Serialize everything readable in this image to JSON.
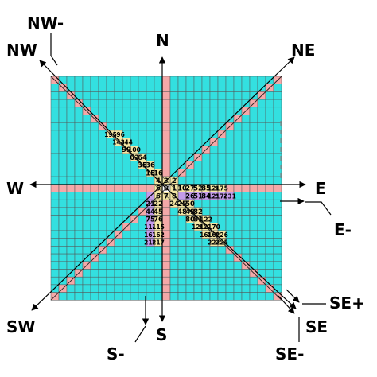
{
  "colors": {
    "cyan": "#33e0e0",
    "pink": "#f4a8a8",
    "yellow": "#f4e6a4",
    "purple": "#c39bea",
    "white": "#ffffff",
    "grid_line": "#555555",
    "arrow": "#000000"
  },
  "labels": {
    "N": "N",
    "S": "S",
    "E": "E",
    "W": "W",
    "NE": "NE",
    "NW": "NW",
    "SE": "SE",
    "SW": "SW",
    "NW_minus": "NW-",
    "E_minus": "E-",
    "S_minus": "S-",
    "SE_minus": "SE-",
    "SE_plus": "SE+"
  },
  "cells": [
    {
      "c": 14,
      "r": 14,
      "v": "0",
      "color": "white"
    },
    {
      "c": 15,
      "r": 14,
      "v": "1",
      "color": "yellow"
    },
    {
      "c": 15,
      "r": 13,
      "v": "2",
      "color": "yellow"
    },
    {
      "c": 14,
      "r": 13,
      "v": "3",
      "color": "yellow"
    },
    {
      "c": 13,
      "r": 13,
      "v": "4",
      "color": "yellow"
    },
    {
      "c": 13,
      "r": 14,
      "v": "5",
      "color": "yellow"
    },
    {
      "c": 13,
      "r": 15,
      "v": "6",
      "color": "yellow"
    },
    {
      "c": 14,
      "r": 15,
      "v": "7",
      "color": "yellow"
    },
    {
      "c": 15,
      "r": 15,
      "v": "8",
      "color": "yellow"
    },
    {
      "c": 16,
      "r": 14,
      "v": "10",
      "color": "yellow"
    },
    {
      "c": 17,
      "r": 14,
      "v": "27",
      "color": "yellow"
    },
    {
      "c": 18,
      "r": 14,
      "v": "52",
      "color": "yellow"
    },
    {
      "c": 19,
      "r": 14,
      "v": "85",
      "color": "yellow"
    },
    {
      "c": 20,
      "r": 14,
      "v": "126",
      "color": "yellow"
    },
    {
      "c": 21,
      "r": 14,
      "v": "175",
      "color": "yellow"
    },
    {
      "c": 16,
      "r": 15,
      "v": "",
      "color": "purple"
    },
    {
      "c": 17,
      "r": 15,
      "v": "26",
      "color": "purple"
    },
    {
      "c": 18,
      "r": 15,
      "v": "51",
      "color": "purple"
    },
    {
      "c": 19,
      "r": 15,
      "v": "84",
      "color": "purple"
    },
    {
      "c": 20,
      "r": 15,
      "v": "125",
      "color": "purple"
    },
    {
      "c": 21,
      "r": 15,
      "v": "174",
      "color": "purple"
    },
    {
      "c": 22,
      "r": 15,
      "v": "231",
      "color": "purple"
    },
    {
      "c": 13,
      "r": 12,
      "v": "16",
      "color": "yellow"
    },
    {
      "c": 12,
      "r": 12,
      "v": "15",
      "color": "yellow"
    },
    {
      "c": 12,
      "r": 11,
      "v": "36",
      "color": "yellow"
    },
    {
      "c": 11,
      "r": 11,
      "v": "35",
      "color": "yellow"
    },
    {
      "c": 11,
      "r": 10,
      "v": "64",
      "color": "yellow"
    },
    {
      "c": 10,
      "r": 10,
      "v": "63",
      "color": "yellow"
    },
    {
      "c": 10,
      "r": 9,
      "v": "100",
      "color": "yellow"
    },
    {
      "c": 9,
      "r": 9,
      "v": "99",
      "color": "yellow"
    },
    {
      "c": 9,
      "r": 8,
      "v": "144",
      "color": "yellow"
    },
    {
      "c": 8,
      "r": 8,
      "v": "143",
      "color": "yellow"
    },
    {
      "c": 8,
      "r": 7,
      "v": "196",
      "color": "yellow"
    },
    {
      "c": 7,
      "r": 7,
      "v": "195",
      "color": "yellow"
    },
    {
      "c": 15,
      "r": 16,
      "v": "24",
      "color": "yellow"
    },
    {
      "c": 16,
      "r": 16,
      "v": "25",
      "color": "yellow"
    },
    {
      "c": 17,
      "r": 16,
      "v": "50",
      "color": "yellow"
    },
    {
      "c": 16,
      "r": 17,
      "v": "48",
      "color": "yellow"
    },
    {
      "c": 17,
      "r": 17,
      "v": "49",
      "color": "yellow"
    },
    {
      "c": 18,
      "r": 17,
      "v": "82",
      "color": "yellow"
    },
    {
      "c": 17,
      "r": 18,
      "v": "80",
      "color": "yellow"
    },
    {
      "c": 18,
      "r": 18,
      "v": "81",
      "color": "yellow"
    },
    {
      "c": 19,
      "r": 18,
      "v": "122",
      "color": "yellow"
    },
    {
      "c": 18,
      "r": 19,
      "v": "120",
      "color": "yellow"
    },
    {
      "c": 19,
      "r": 19,
      "v": "121",
      "color": "yellow"
    },
    {
      "c": 20,
      "r": 19,
      "v": "170",
      "color": "yellow"
    },
    {
      "c": 19,
      "r": 20,
      "v": "168",
      "color": "yellow"
    },
    {
      "c": 20,
      "r": 20,
      "v": "169",
      "color": "yellow"
    },
    {
      "c": 21,
      "r": 20,
      "v": "226",
      "color": "yellow"
    },
    {
      "c": 20,
      "r": 21,
      "v": "224",
      "color": "yellow"
    },
    {
      "c": 21,
      "r": 21,
      "v": "225",
      "color": "yellow"
    },
    {
      "c": 12,
      "r": 15,
      "v": "",
      "color": "purple"
    },
    {
      "c": 12,
      "r": 16,
      "v": "21",
      "color": "purple"
    },
    {
      "c": 13,
      "r": 16,
      "v": "22",
      "color": "yellow"
    },
    {
      "c": 12,
      "r": 17,
      "v": "44",
      "color": "purple"
    },
    {
      "c": 13,
      "r": 17,
      "v": "45",
      "color": "yellow"
    },
    {
      "c": 12,
      "r": 18,
      "v": "75",
      "color": "purple"
    },
    {
      "c": 13,
      "r": 18,
      "v": "76",
      "color": "yellow"
    },
    {
      "c": 12,
      "r": 19,
      "v": "114",
      "color": "purple"
    },
    {
      "c": 13,
      "r": 19,
      "v": "115",
      "color": "yellow"
    },
    {
      "c": 12,
      "r": 20,
      "v": "161",
      "color": "purple"
    },
    {
      "c": 13,
      "r": 20,
      "v": "162",
      "color": "yellow"
    },
    {
      "c": 12,
      "r": 21,
      "v": "216",
      "color": "purple"
    },
    {
      "c": 13,
      "r": 21,
      "v": "217",
      "color": "yellow"
    }
  ]
}
